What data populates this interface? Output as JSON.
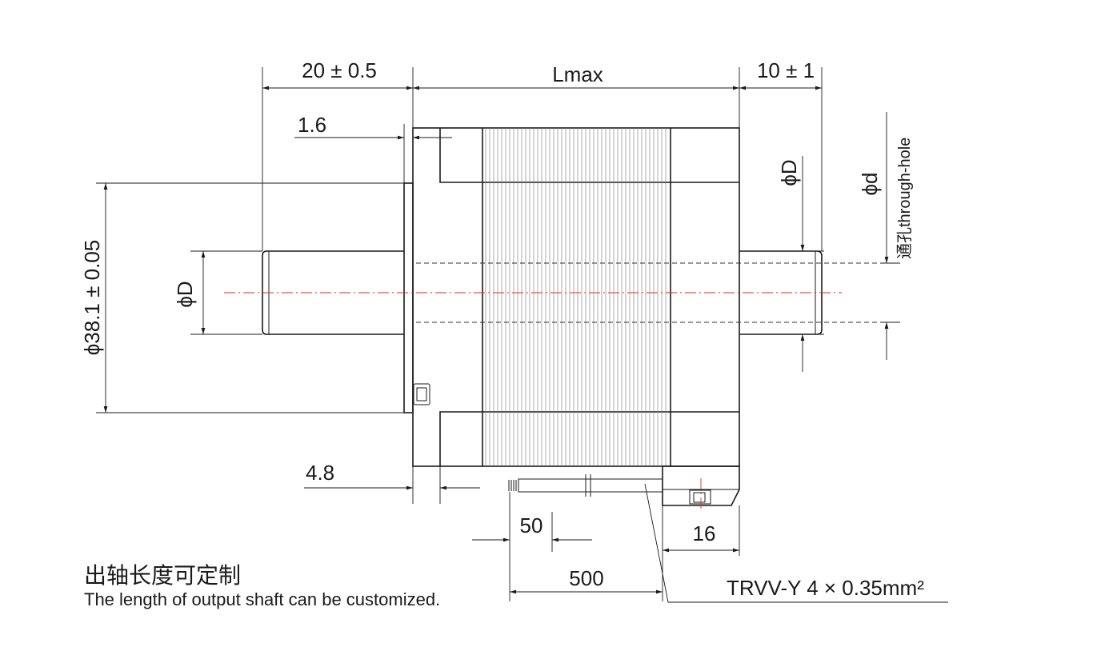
{
  "dimensions": {
    "front_shaft_length": "20 ± 0.5",
    "body_length": "Lmax",
    "rear_shaft_length": "10 ± 1",
    "flange_step": "1.6",
    "pilot_diameter": "ϕ38.1 ± 0.05",
    "shaft_diameter_front": "ϕD",
    "shaft_diameter_rear": "ϕD",
    "hole_diameter": "ϕd",
    "hole_note": "通孔through-hole",
    "end_cap_offset": "4.8",
    "lead_strip": "50",
    "lead_length": "500",
    "connector_width": "16",
    "cable_spec": "TRVV-Y 4 × 0.35mm²"
  },
  "notes": {
    "cn": "出轴长度可定制",
    "en": "The length of output shaft can be customized."
  },
  "colors": {
    "line": "#1a1a1a",
    "centerline": "#c0392b"
  }
}
